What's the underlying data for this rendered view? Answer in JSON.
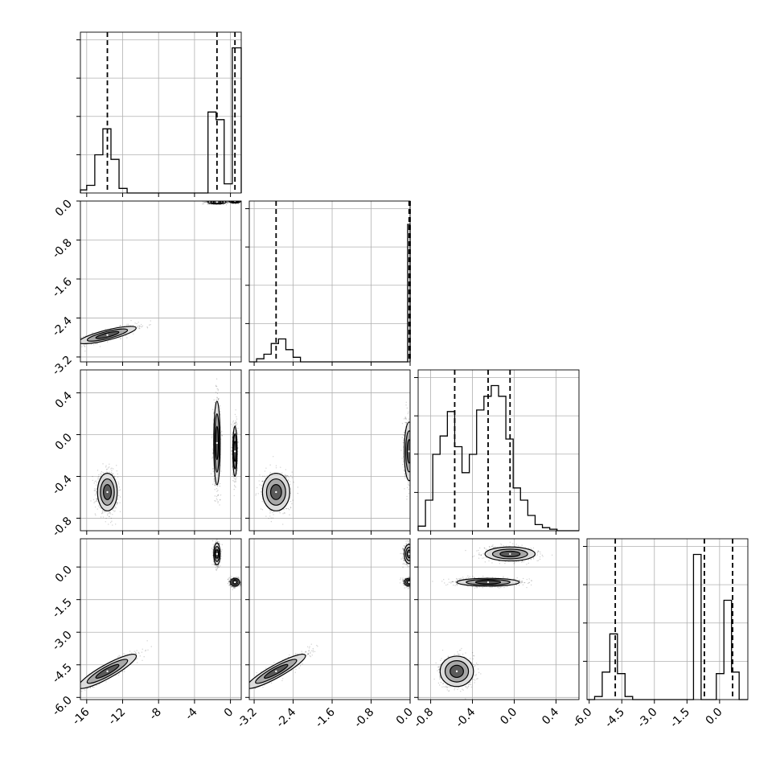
{
  "chart_data": {
    "type": "corner",
    "colors": {
      "ink": "#000000",
      "grid": "#b0b0b0",
      "axis": "#000000"
    },
    "parameters": [
      {
        "range": [
          -16.7,
          1.2
        ],
        "ticks": [
          "-16",
          "-12",
          "-8",
          "-4",
          "0"
        ],
        "tick_values": [
          -16,
          -12,
          -8,
          -4,
          0
        ],
        "quantiles": [
          -13.7,
          -1.5,
          0.5
        ],
        "hist_edges": [
          -16.7,
          -16.0,
          -15.1,
          -14.2,
          -13.3,
          -12.4,
          -11.5,
          -10.6,
          -9.7,
          -8.8,
          -7.9,
          -7.0,
          -6.1,
          -5.2,
          -4.3,
          -3.4,
          -2.5,
          -1.6,
          -0.7,
          0.2,
          1.2
        ],
        "hist_counts": [
          0.02,
          0.05,
          0.25,
          0.42,
          0.22,
          0.03,
          0.0,
          0.0,
          0.0,
          0.0,
          0.0,
          0.0,
          0.0,
          0.0,
          0.0,
          0.0,
          0.53,
          0.48,
          0.06,
          0.95
        ]
      },
      {
        "range": [
          -3.3,
          0.0
        ],
        "ticks": [
          "-3.2",
          "-2.4",
          "-1.6",
          "-0.8",
          "0.0"
        ],
        "tick_values": [
          -3.2,
          -2.4,
          -1.6,
          -0.8,
          0.0
        ],
        "quantiles": [
          -2.75,
          -0.02,
          0.0
        ],
        "hist_edges": [
          -3.3,
          -3.15,
          -3.0,
          -2.85,
          -2.7,
          -2.55,
          -2.4,
          -2.25,
          -2.1,
          -1.95,
          -1.8,
          -1.65,
          -1.5,
          -1.35,
          -1.2,
          -1.05,
          -0.9,
          -0.75,
          -0.6,
          -0.45,
          -0.3,
          -0.15,
          -0.05,
          0.0
        ],
        "hist_counts": [
          0.0,
          0.02,
          0.05,
          0.12,
          0.15,
          0.08,
          0.03,
          0.0,
          0.0,
          0.0,
          0.0,
          0.0,
          0.0,
          0.0,
          0.0,
          0.0,
          0.0,
          0.0,
          0.0,
          0.0,
          0.0,
          0.0,
          0.9
        ]
      },
      {
        "range": [
          -0.92,
          0.62
        ],
        "ticks": [
          "-0.8",
          "-0.4",
          "0.0",
          "0.4"
        ],
        "tick_values": [
          -0.8,
          -0.4,
          0.0,
          0.4
        ],
        "quantiles": [
          -0.57,
          -0.25,
          -0.04
        ],
        "hist_edges": [
          -0.92,
          -0.85,
          -0.78,
          -0.71,
          -0.64,
          -0.57,
          -0.5,
          -0.43,
          -0.36,
          -0.29,
          -0.22,
          -0.15,
          -0.08,
          -0.01,
          0.06,
          0.13,
          0.2,
          0.27,
          0.34,
          0.41,
          0.48,
          0.55,
          0.62
        ],
        "hist_counts": [
          0.03,
          0.2,
          0.5,
          0.62,
          0.78,
          0.55,
          0.38,
          0.5,
          0.79,
          0.88,
          0.95,
          0.88,
          0.6,
          0.28,
          0.2,
          0.1,
          0.04,
          0.02,
          0.01,
          0.0,
          0.0,
          0.0
        ]
      },
      {
        "range": [
          -6.1,
          1.3
        ],
        "ticks": [
          "-6.0",
          "-4.5",
          "-3.0",
          "-1.5",
          "0.0"
        ],
        "tick_values": [
          -6.0,
          -4.5,
          -3.0,
          -1.5,
          0.0
        ],
        "quantiles": [
          -4.8,
          -0.7,
          0.6
        ],
        "hist_edges": [
          -6.1,
          -5.75,
          -5.4,
          -5.05,
          -4.7,
          -4.35,
          -4.0,
          -3.65,
          -3.3,
          -2.95,
          -2.6,
          -2.25,
          -1.9,
          -1.55,
          -1.2,
          -0.85,
          -0.5,
          -0.15,
          0.2,
          0.55,
          0.9,
          1.3
        ],
        "hist_counts": [
          0.0,
          0.02,
          0.18,
          0.43,
          0.17,
          0.02,
          0.0,
          0.0,
          0.0,
          0.0,
          0.0,
          0.0,
          0.0,
          0.0,
          0.95,
          0.0,
          0.0,
          0.17,
          0.65,
          0.18,
          0.0
        ]
      }
    ],
    "clusters": [
      {
        "i": 1,
        "j": 0,
        "points": [
          [
            -13.7,
            -2.75,
            1.6,
            0.09,
            0.82
          ],
          [
            -1.5,
            -0.02,
            0.5,
            0.02,
            0.0
          ],
          [
            0.5,
            0.0,
            0.3,
            0.02,
            0.0
          ]
        ]
      },
      {
        "i": 2,
        "j": 0,
        "points": [
          [
            -13.7,
            -0.55,
            0.55,
            0.09,
            0.0
          ],
          [
            -1.5,
            -0.08,
            0.18,
            0.2,
            0.0
          ],
          [
            0.5,
            -0.16,
            0.12,
            0.12,
            0.0
          ]
        ]
      },
      {
        "i": 2,
        "j": 1,
        "points": [
          [
            -2.75,
            -0.55,
            0.14,
            0.09,
            0.0
          ],
          [
            -0.02,
            -0.16,
            0.05,
            0.14,
            0.0
          ]
        ]
      },
      {
        "i": 3,
        "j": 0,
        "points": [
          [
            -13.7,
            -4.8,
            1.6,
            0.4,
            0.92
          ],
          [
            -1.5,
            0.6,
            0.18,
            0.25,
            0.0
          ],
          [
            0.5,
            -0.7,
            0.25,
            0.09,
            0.0
          ]
        ]
      },
      {
        "i": 3,
        "j": 1,
        "points": [
          [
            -2.75,
            -4.8,
            0.3,
            0.4,
            0.93
          ],
          [
            -0.02,
            0.6,
            0.05,
            0.22,
            0.0
          ],
          [
            -0.02,
            -0.7,
            0.05,
            0.09,
            0.0
          ]
        ]
      },
      {
        "i": 3,
        "j": 2,
        "points": [
          [
            -0.04,
            0.6,
            0.12,
            0.16,
            0.0
          ],
          [
            -0.25,
            -0.7,
            0.15,
            0.09,
            0.0
          ],
          [
            -0.55,
            -4.8,
            0.08,
            0.35,
            0.0
          ]
        ]
      }
    ]
  }
}
